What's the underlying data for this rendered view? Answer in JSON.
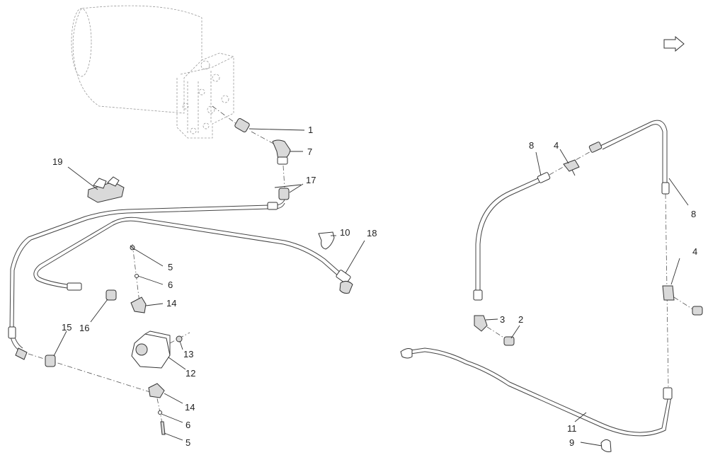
{
  "callouts": {
    "c1": "1",
    "c7": "7",
    "c17": "17",
    "c19": "19",
    "c10": "10",
    "c18": "18",
    "c5a": "5",
    "c6a": "6",
    "c14a": "14",
    "c16": "16",
    "c15": "15",
    "c13": "13",
    "c12": "12",
    "c14b": "14",
    "c6b": "6",
    "c5b": "5",
    "c8a": "8",
    "c4a": "4",
    "c8b": "8",
    "c4b": "4",
    "c3": "3",
    "c2": "2",
    "c11": "11",
    "c9": "9"
  },
  "icons": {
    "nav": "next-page-arrow-icon"
  }
}
